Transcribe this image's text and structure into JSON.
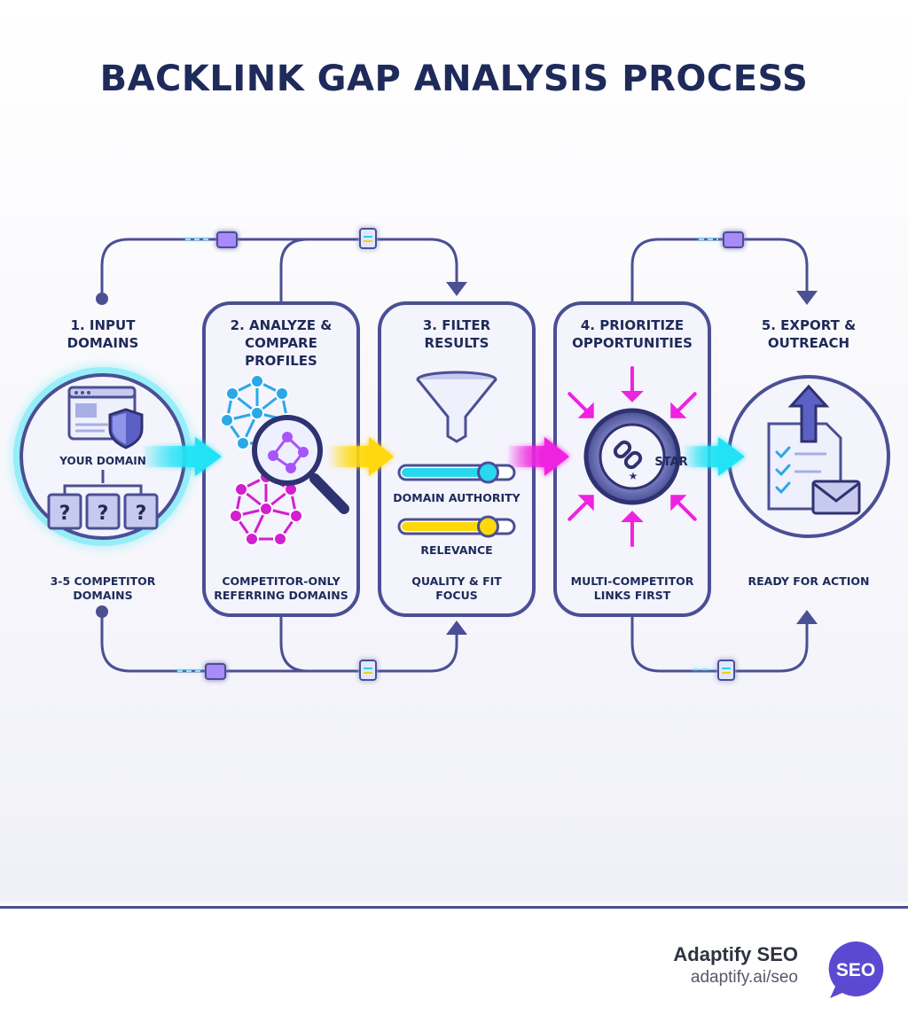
{
  "title": "BACKLINK GAP ANALYSIS PROCESS",
  "steps": [
    {
      "title_lines": [
        "1. INPUT",
        "DOMAINS"
      ],
      "caption_lines": [
        "3-5 COMPETITOR",
        "DOMAINS"
      ],
      "inner_label": "YOUR DOMAIN",
      "unknown_marks": [
        "?",
        "?",
        "?"
      ]
    },
    {
      "title_lines": [
        "2. ANALYZE &",
        "COMPARE",
        "PROFILES"
      ],
      "caption_lines": [
        "COMPETITOR-ONLY",
        "REFERRING DOMAINS"
      ]
    },
    {
      "title_lines": [
        "3. FILTER",
        "RESULTS"
      ],
      "caption_lines": [
        "QUALITY & FIT",
        "FOCUS"
      ],
      "sliders": [
        {
          "label": "DOMAIN AUTHORITY",
          "value": 0.85,
          "color": "#29d7ee"
        },
        {
          "label": "RELEVANCE",
          "value": 0.85,
          "color": "#ffd80a"
        }
      ]
    },
    {
      "title_lines": [
        "4. PRIORITIZE",
        "OPPORTUNITIES"
      ],
      "caption_lines": [
        "MULTI-COMPETITOR",
        "LINKS FIRST"
      ],
      "inner_label": "STAR"
    },
    {
      "title_lines": [
        "5. EXPORT &",
        "OUTREACH"
      ],
      "caption_lines": [
        "READY FOR ACTION"
      ]
    }
  ],
  "colors": {
    "navy": "#1e2a5a",
    "outline": "#4b4f94",
    "cyan": "#22e3f5",
    "yellow": "#ffd80a",
    "magenta": "#ee22e0",
    "purple": "#a855f7",
    "blue": "#2aa8e8"
  },
  "icons": [
    "browser-window-icon",
    "shield-icon",
    "server-icon",
    "network-graph-icon",
    "magnifier-icon",
    "funnel-icon",
    "target-ring-icon",
    "chain-link-icon",
    "clipboard-checklist-icon",
    "envelope-icon",
    "upload-arrow-icon",
    "folder-icon",
    "document-icon",
    "speech-bubble-icon"
  ],
  "brand": {
    "name": "Adaptify SEO",
    "url": "adaptify.ai/seo",
    "badge_text": "SEO"
  }
}
